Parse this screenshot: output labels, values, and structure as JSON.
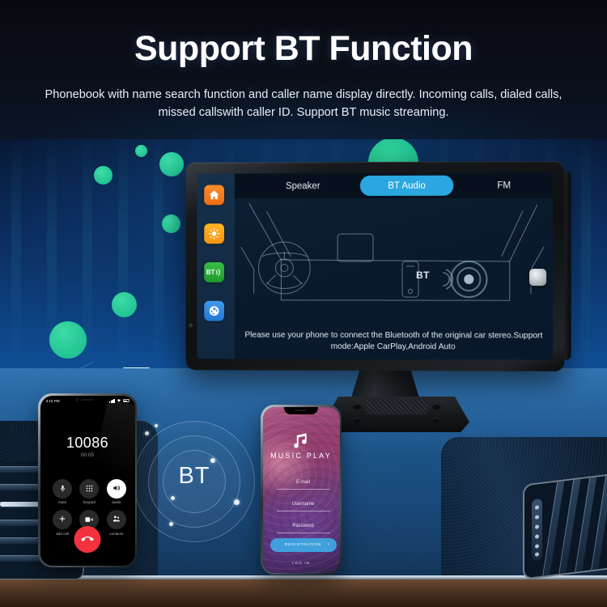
{
  "page": {
    "title": "Support BT Function",
    "subtitle": "Phonebook with name search function and caller name display directly. Incoming calls, dialed calls, missed callswith caller ID. Support BT music streaming.",
    "background_top_color": "#080a10",
    "background_scene_color": "#0e4a8f",
    "accent_color": "#2aa7e0"
  },
  "head_unit": {
    "tabs": [
      {
        "label": "Speaker",
        "active": false
      },
      {
        "label": "BT Audio",
        "active": true
      },
      {
        "label": "FM",
        "active": false
      }
    ],
    "sidebar": [
      {
        "name": "home",
        "label": "",
        "color": "#f57c20"
      },
      {
        "name": "brightness",
        "label": "",
        "color": "#f5a623"
      },
      {
        "name": "bluetooth",
        "label": "BT",
        "color": "#2aab3c"
      },
      {
        "name": "camera",
        "label": "",
        "color": "#2f8fe0"
      }
    ],
    "hint": "Please use your phone to connect the Bluetooth of the original car stereo.Support mode:Apple CarPlay,Android Auto",
    "diagram_label": "BT",
    "side_button": "power-button"
  },
  "watermark": {
    "label": "BT"
  },
  "call_phone": {
    "status_time": "3:10 PM",
    "number": "10086",
    "duration": "00:05",
    "buttons": [
      {
        "label": "mute",
        "icon": "microphone-icon",
        "active": false
      },
      {
        "label": "keypad",
        "icon": "keypad-icon",
        "active": false
      },
      {
        "label": "audio",
        "icon": "speaker-icon",
        "active": true
      },
      {
        "label": "add call",
        "icon": "plus-icon",
        "active": false
      },
      {
        "label": "FaceTime",
        "icon": "video-icon",
        "active": false
      },
      {
        "label": "contacts",
        "icon": "contacts-icon",
        "active": false
      }
    ],
    "end_call": "end-call-button"
  },
  "music_phone": {
    "app_title": "MUSIC PLAY",
    "fields": [
      {
        "label": "E-mail"
      },
      {
        "label": "Username"
      },
      {
        "label": "Password"
      }
    ],
    "primary_button": "REGISTRATION",
    "secondary_link": "LOG IN"
  }
}
